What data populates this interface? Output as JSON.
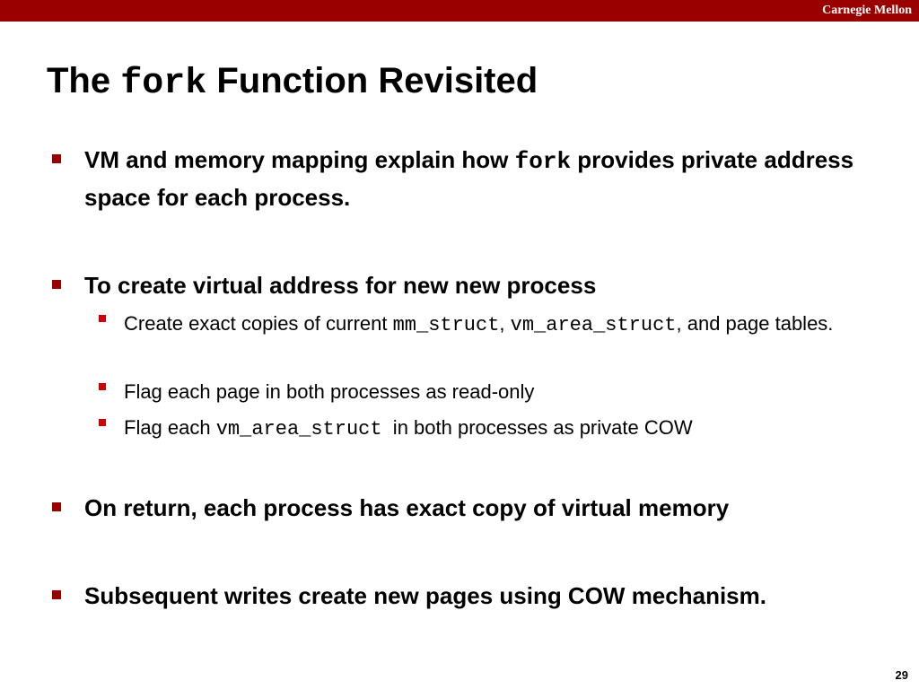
{
  "header": {
    "brand": "Carnegie Mellon",
    "accent_color": "#990000"
  },
  "title": {
    "before": "The ",
    "code": "fork",
    "after": " Function Revisited"
  },
  "bullets": [
    {
      "before": "VM and memory mapping explain how ",
      "code": "fork",
      "after": " provides private address space for each process."
    },
    {
      "text": "To create virtual address for new new process"
    },
    {
      "text": "On return, each process has exact copy of virtual memory"
    },
    {
      "text": "Subsequent writes create new pages using COW mechanism."
    }
  ],
  "subbullets": [
    {
      "before": "Create exact copies of current ",
      "code1": "mm_struct",
      "mid": ", ",
      "code2": "vm_area_struct",
      "after": ", and page tables."
    },
    {
      "text": "Flag each page in both processes as read-only"
    },
    {
      "before": "Flag each ",
      "code": "vm_area_struct",
      "after": "  in both processes as private COW"
    }
  ],
  "page_number": "29"
}
